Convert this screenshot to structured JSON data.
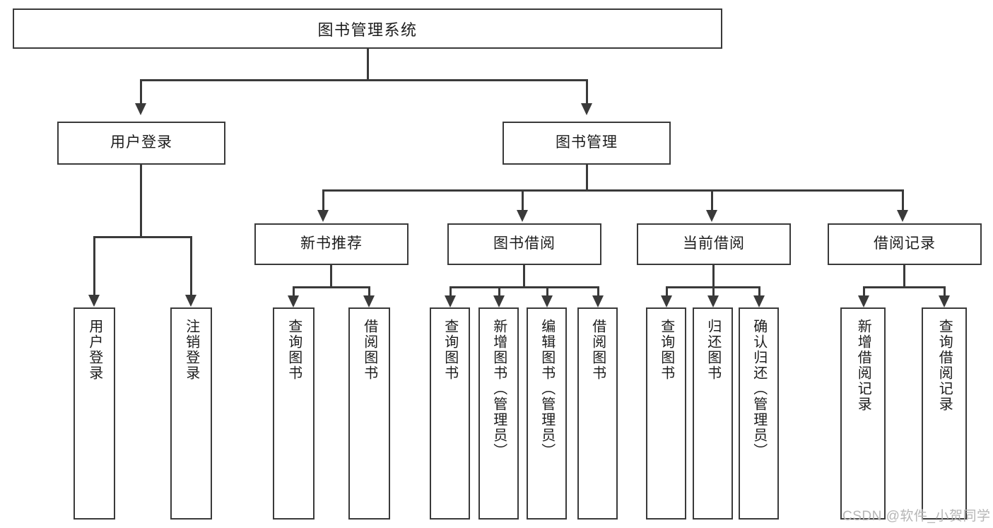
{
  "diagram": {
    "type": "tree-hierarchy-chart",
    "title": "图书管理系统",
    "root": {
      "label": "图书管理系统"
    },
    "level2": [
      {
        "label": "用户登录"
      },
      {
        "label": "图书管理"
      }
    ],
    "level3": [
      {
        "label": "新书推荐"
      },
      {
        "label": "图书借阅"
      },
      {
        "label": "当前借阅"
      },
      {
        "label": "借阅记录"
      }
    ],
    "leaves": {
      "user_login": [
        {
          "label": "用户登录"
        },
        {
          "label": "注销登录"
        }
      ],
      "new_book_recommend": [
        {
          "label": "查询图书"
        },
        {
          "label": "借阅图书"
        }
      ],
      "book_borrow": [
        {
          "label": "查询图书"
        },
        {
          "label": "新增图书（管理员）"
        },
        {
          "label": "编辑图书（管理员）"
        },
        {
          "label": "借阅图书"
        }
      ],
      "current_borrow": [
        {
          "label": "查询图书"
        },
        {
          "label": "归还图书"
        },
        {
          "label": "确认归还（管理员）"
        }
      ],
      "borrow_record": [
        {
          "label": "新增借阅记录"
        },
        {
          "label": "查询借阅记录"
        }
      ]
    }
  },
  "watermark": {
    "text": "CSDN @软件_小贺同学"
  },
  "colors": {
    "stroke": "#3a3a3a",
    "text": "#1c1c1c",
    "background": "#ffffff",
    "watermark": "#b6b6b6"
  }
}
